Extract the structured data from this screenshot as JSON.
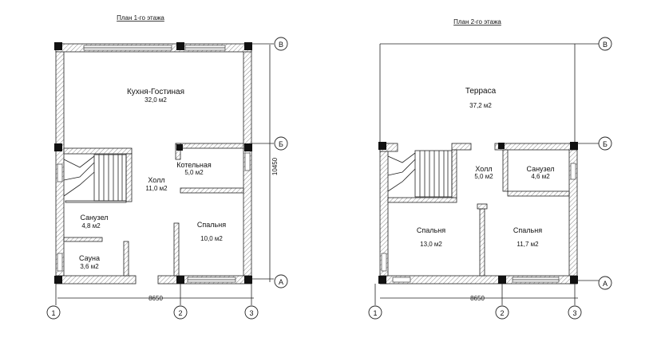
{
  "plans": [
    {
      "title": "План 1-го этажа",
      "rooms": [
        {
          "name": "Кухня-Гостиная",
          "area": "32,0 м2"
        },
        {
          "name": "Котельная",
          "area": "5,0 м2"
        },
        {
          "name": "Холл",
          "area": "11,0 м2"
        },
        {
          "name": "Санузел",
          "area": "4,8 м2"
        },
        {
          "name": "Спальня",
          "area": "10,0 м2"
        },
        {
          "name": "Сауна",
          "area": "3,6 м2"
        }
      ],
      "width_dim": "8650",
      "height_dim": "10450",
      "axes_h": [
        "В",
        "Б",
        "А"
      ],
      "axes_v": [
        "1",
        "2",
        "3"
      ]
    },
    {
      "title": "План 2-го этажа",
      "rooms": [
        {
          "name": "Терраса",
          "area": "37,2 м2"
        },
        {
          "name": "Холл",
          "area": "5,0 м2"
        },
        {
          "name": "Санузел",
          "area": "4,6 м2"
        },
        {
          "name": "Спальня",
          "area": "13,0 м2"
        },
        {
          "name": "Спальня",
          "area": "11,7 м2"
        }
      ],
      "width_dim": "8650",
      "axes_h": [
        "В",
        "Б",
        "А"
      ],
      "axes_v": [
        "1",
        "2",
        "3"
      ]
    }
  ]
}
